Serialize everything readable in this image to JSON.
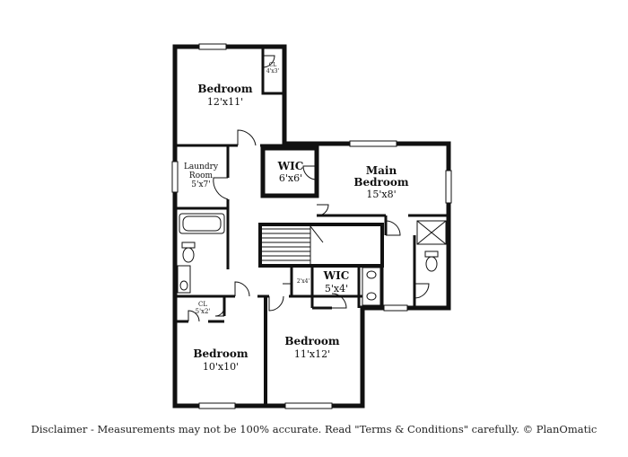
{
  "rooms": {
    "bedroom_top": {
      "name": "Bedroom",
      "size": "12'x11'"
    },
    "closet_top": {
      "name": "CL",
      "size": "4'x3'"
    },
    "laundry": {
      "name1": "Laundry",
      "name2": "Room",
      "size": "5'x7'"
    },
    "wic_top": {
      "name": "WIC",
      "size": "6'x6'"
    },
    "main_bedroom": {
      "name1": "Main",
      "name2": "Bedroom",
      "size": "15'x8'"
    },
    "wic_small": {
      "name": "WIC",
      "size": "5'x4'"
    },
    "closet_hall": {
      "size": "2'x4'"
    },
    "closet_left": {
      "name": "CL",
      "size": "5'x2'"
    },
    "bedroom_left": {
      "name": "Bedroom",
      "size": "10'x10'"
    },
    "bedroom_mid": {
      "name": "Bedroom",
      "size": "11'x12'"
    }
  },
  "disclaimer": "Disclaimer - Measurements may not be 100% accurate. Read \"Terms & Conditions\" carefully. © PlanOmatic"
}
